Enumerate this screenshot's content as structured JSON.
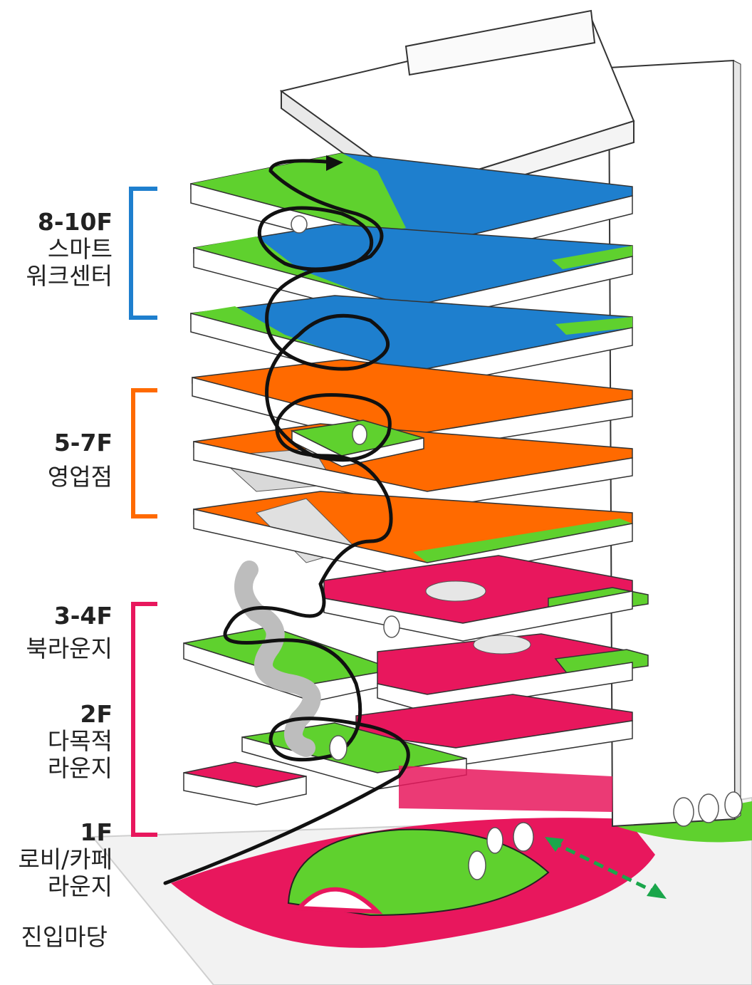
{
  "labels": {
    "smart": {
      "floor": "8-10F",
      "line1": "스마트",
      "line2": "워크센터"
    },
    "sales": {
      "floor": "5-7F",
      "line1": "영업점"
    },
    "book": {
      "floor": "3-4F",
      "line1": "북라운지"
    },
    "multi": {
      "floor": "2F",
      "line1": "다목적",
      "line2": "라운지"
    },
    "lobby": {
      "floor": "1F",
      "line1": "로비/카페",
      "line2": "라운지"
    },
    "yard": {
      "line1": "진입마당"
    }
  },
  "colors": {
    "smart": "#1e7fce",
    "sales": "#ff6a00",
    "lounge": "#e8175d",
    "garden": "#5fd12e",
    "slab": "#ffffff",
    "edge": "#333333",
    "path": "#111111",
    "arrow": "#1aa64b",
    "ground": "#f4f4f4"
  }
}
